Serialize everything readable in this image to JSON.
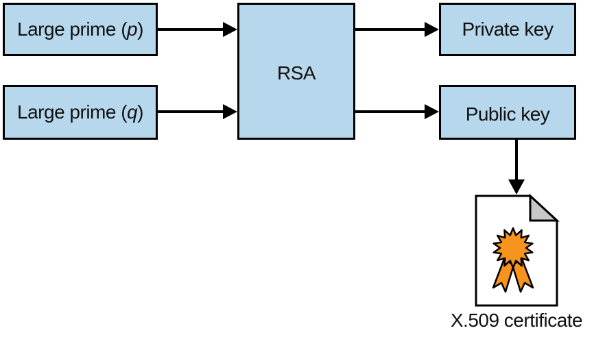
{
  "nodes": {
    "prime_p": {
      "prefix": "Large prime (",
      "var": "p",
      "suffix": ")"
    },
    "prime_q": {
      "prefix": "Large prime (",
      "var": "q",
      "suffix": ")"
    },
    "rsa": {
      "label": "RSA"
    },
    "private_key": {
      "label": "Private key"
    },
    "public_key": {
      "label": "Public key"
    },
    "certificate": {
      "label": "X.509 certificate"
    }
  },
  "colors": {
    "box_fill": "#b7d7ec",
    "stroke": "#000000",
    "seal": "#f7941d",
    "page_corner": "#c8c8c8"
  }
}
